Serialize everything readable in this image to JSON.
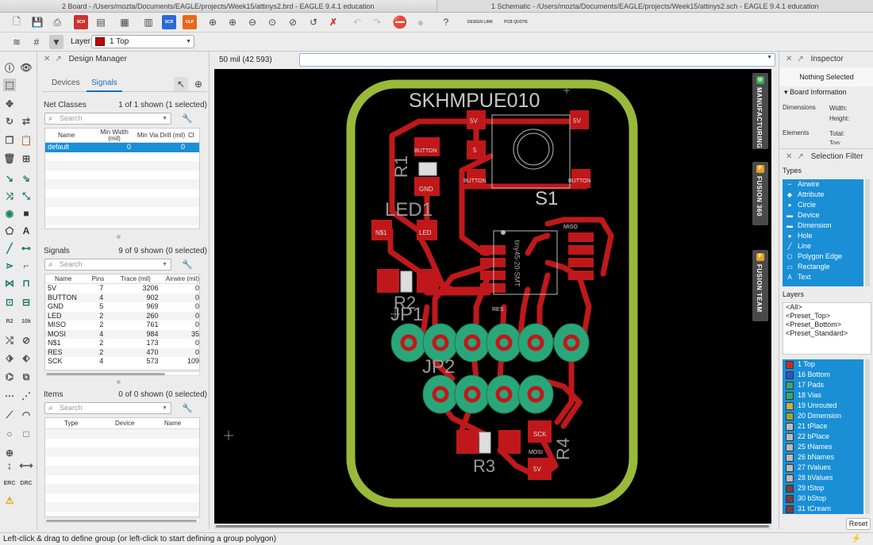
{
  "titlebar": {
    "left": "2 Board - /Users/mozta/Documents/EAGLE/projects/Week15/attinys2.brd - EAGLE 9.4.1 education",
    "right": "1 Schematic - /Users/mozta/Documents/EAGLE/projects/Week15/attinys2.sch - EAGLE 9.4.1 education"
  },
  "toolbar": {
    "sch_label": "SCH",
    "scr_label": "SCR",
    "ulp_label": "ULP",
    "design_link": "DESIGN LINK",
    "pcb_quote": "PCB QUOTE",
    "layer_label": "Layer:",
    "layer_value": "1 Top",
    "layer_color": "#b50d0d"
  },
  "design_manager": {
    "title": "Design Manager",
    "tabs": [
      "Devices",
      "Signals"
    ],
    "active_tab": "Signals",
    "net_classes": {
      "heading": "Net Classes",
      "count": "1 of 1 shown (1 selected)",
      "search_placeholder": "Search",
      "columns": [
        "Name",
        "Min Width (mil)",
        "Min Via Drill (mil)",
        "Cl"
      ],
      "rows": [
        [
          "default",
          "0",
          "0",
          ""
        ]
      ]
    },
    "signals": {
      "heading": "Signals",
      "count": "9 of 9 shown (0 selected)",
      "search_placeholder": "Search",
      "columns": [
        "Name",
        "Pins",
        "Trace (mil)",
        "Airwire (mil)"
      ],
      "rows": [
        [
          "5V",
          "7",
          "3206",
          "0"
        ],
        [
          "BUTTON",
          "4",
          "902",
          "0"
        ],
        [
          "GND",
          "5",
          "969",
          "0"
        ],
        [
          "LED",
          "2",
          "260",
          "0"
        ],
        [
          "MISO",
          "2",
          "761",
          "0"
        ],
        [
          "MOSI",
          "4",
          "984",
          "35"
        ],
        [
          "N$1",
          "2",
          "173",
          "0"
        ],
        [
          "RES",
          "2",
          "470",
          "0"
        ],
        [
          "SCK",
          "4",
          "573",
          "109"
        ]
      ]
    },
    "items": {
      "heading": "Items",
      "count": "0 of 0 shown (0 selected)",
      "search_placeholder": "Search",
      "columns": [
        "Type",
        "Device",
        "Name"
      ]
    }
  },
  "canvas": {
    "grid_readout": "50 mil (42 593)",
    "board_title": "SKHMPUE010",
    "labels": {
      "s1": "S1",
      "led1": "LED1",
      "r1": "R1",
      "r2": "R2",
      "r3": "R3",
      "r4": "R4",
      "jp1": "JP1",
      "jp2": "JP2",
      "ic": "tiny45-20-SMT",
      "pad_5v": "5V",
      "pad_5": "5",
      "pad_button": "BUTTON",
      "pad_gnd": "GND",
      "pad_n1": "N$1",
      "pad_led": "LED",
      "pad_sck": "SCK",
      "pad_mosi": "MOSI",
      "pad_miso": "MISO",
      "pad_res": "RES"
    },
    "side_tabs": [
      "MANUFACTURING",
      "FUSION 360",
      "FUSION TEAM"
    ]
  },
  "inspector": {
    "title": "Inspector",
    "status": "Nothing Selected",
    "board_info": "Board Information",
    "dimensions": "Dimensions",
    "width": "Width:",
    "height": "Height:",
    "elements": "Elements",
    "total": "Total:",
    "top": "Top:"
  },
  "selection_filter": {
    "title": "Selection Filter",
    "types_heading": "Types",
    "types": [
      "Airwire",
      "Attribute",
      "Circle",
      "Device",
      "Dimension",
      "Hole",
      "Line",
      "Polygon Edge",
      "Rectangle",
      "Text"
    ],
    "layers_heading": "Layers",
    "presets": [
      "<All>",
      "<Preset_Top>",
      "<Preset_Bottom>",
      "<Preset_Standard>"
    ],
    "layers": [
      {
        "name": "1 Top",
        "color": "#c0302a"
      },
      {
        "name": "16 Bottom",
        "color": "#2b56c6"
      },
      {
        "name": "17 Pads",
        "color": "#3ca56f"
      },
      {
        "name": "18 Vias",
        "color": "#3ca56f"
      },
      {
        "name": "19 Unrouted",
        "color": "#c9b043"
      },
      {
        "name": "20 Dimension",
        "color": "#9aa83a"
      },
      {
        "name": "21 tPlace",
        "color": "#bbbbbb"
      },
      {
        "name": "22 bPlace",
        "color": "#bbbbbb"
      },
      {
        "name": "25 tNames",
        "color": "#bbbbbb"
      },
      {
        "name": "26 bNames",
        "color": "#bbbbbb"
      },
      {
        "name": "27 tValues",
        "color": "#bbbbbb"
      },
      {
        "name": "28 bValues",
        "color": "#bbbbbb"
      },
      {
        "name": "29 tStop",
        "color": "#7a3d3d"
      },
      {
        "name": "30 bStop",
        "color": "#7a3d3d"
      },
      {
        "name": "31 tCream",
        "color": "#7a3d3d"
      }
    ],
    "reset": "Reset"
  },
  "status_bar": "Left-click & drag to define group (or left-click to start defining a group polygon)"
}
